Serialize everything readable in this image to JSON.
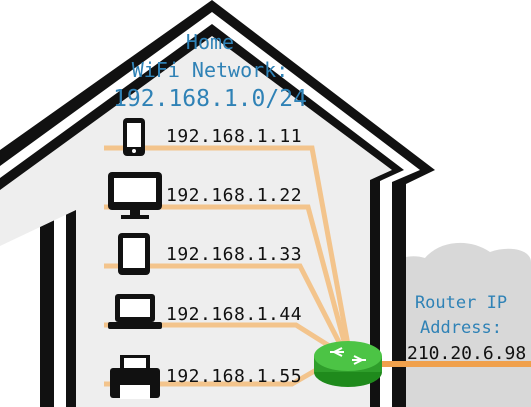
{
  "title": {
    "line1": "Home",
    "line2": "WiFi Network:",
    "subnet": "192.168.1.0/24"
  },
  "devices": [
    {
      "icon": "smartphone-icon",
      "ip": "192.168.1.11"
    },
    {
      "icon": "monitor-icon",
      "ip": "192.168.1.22"
    },
    {
      "icon": "tablet-icon",
      "ip": "192.168.1.33"
    },
    {
      "icon": "laptop-icon",
      "ip": "192.168.1.44"
    },
    {
      "icon": "printer-icon",
      "ip": "192.168.1.55"
    }
  ],
  "router": {
    "label_line1": "Router IP",
    "label_line2": "Address:",
    "public_ip": "210.20.6.98",
    "icon": "router-icon"
  },
  "colors": {
    "title": "#2f82b6",
    "cable": "#f3c48c",
    "uplink": "#f0a04b",
    "router": "#3fb23a",
    "house_outline": "#111111",
    "house_fill": "#eeeeee",
    "cloud": "#d7d7d7"
  }
}
